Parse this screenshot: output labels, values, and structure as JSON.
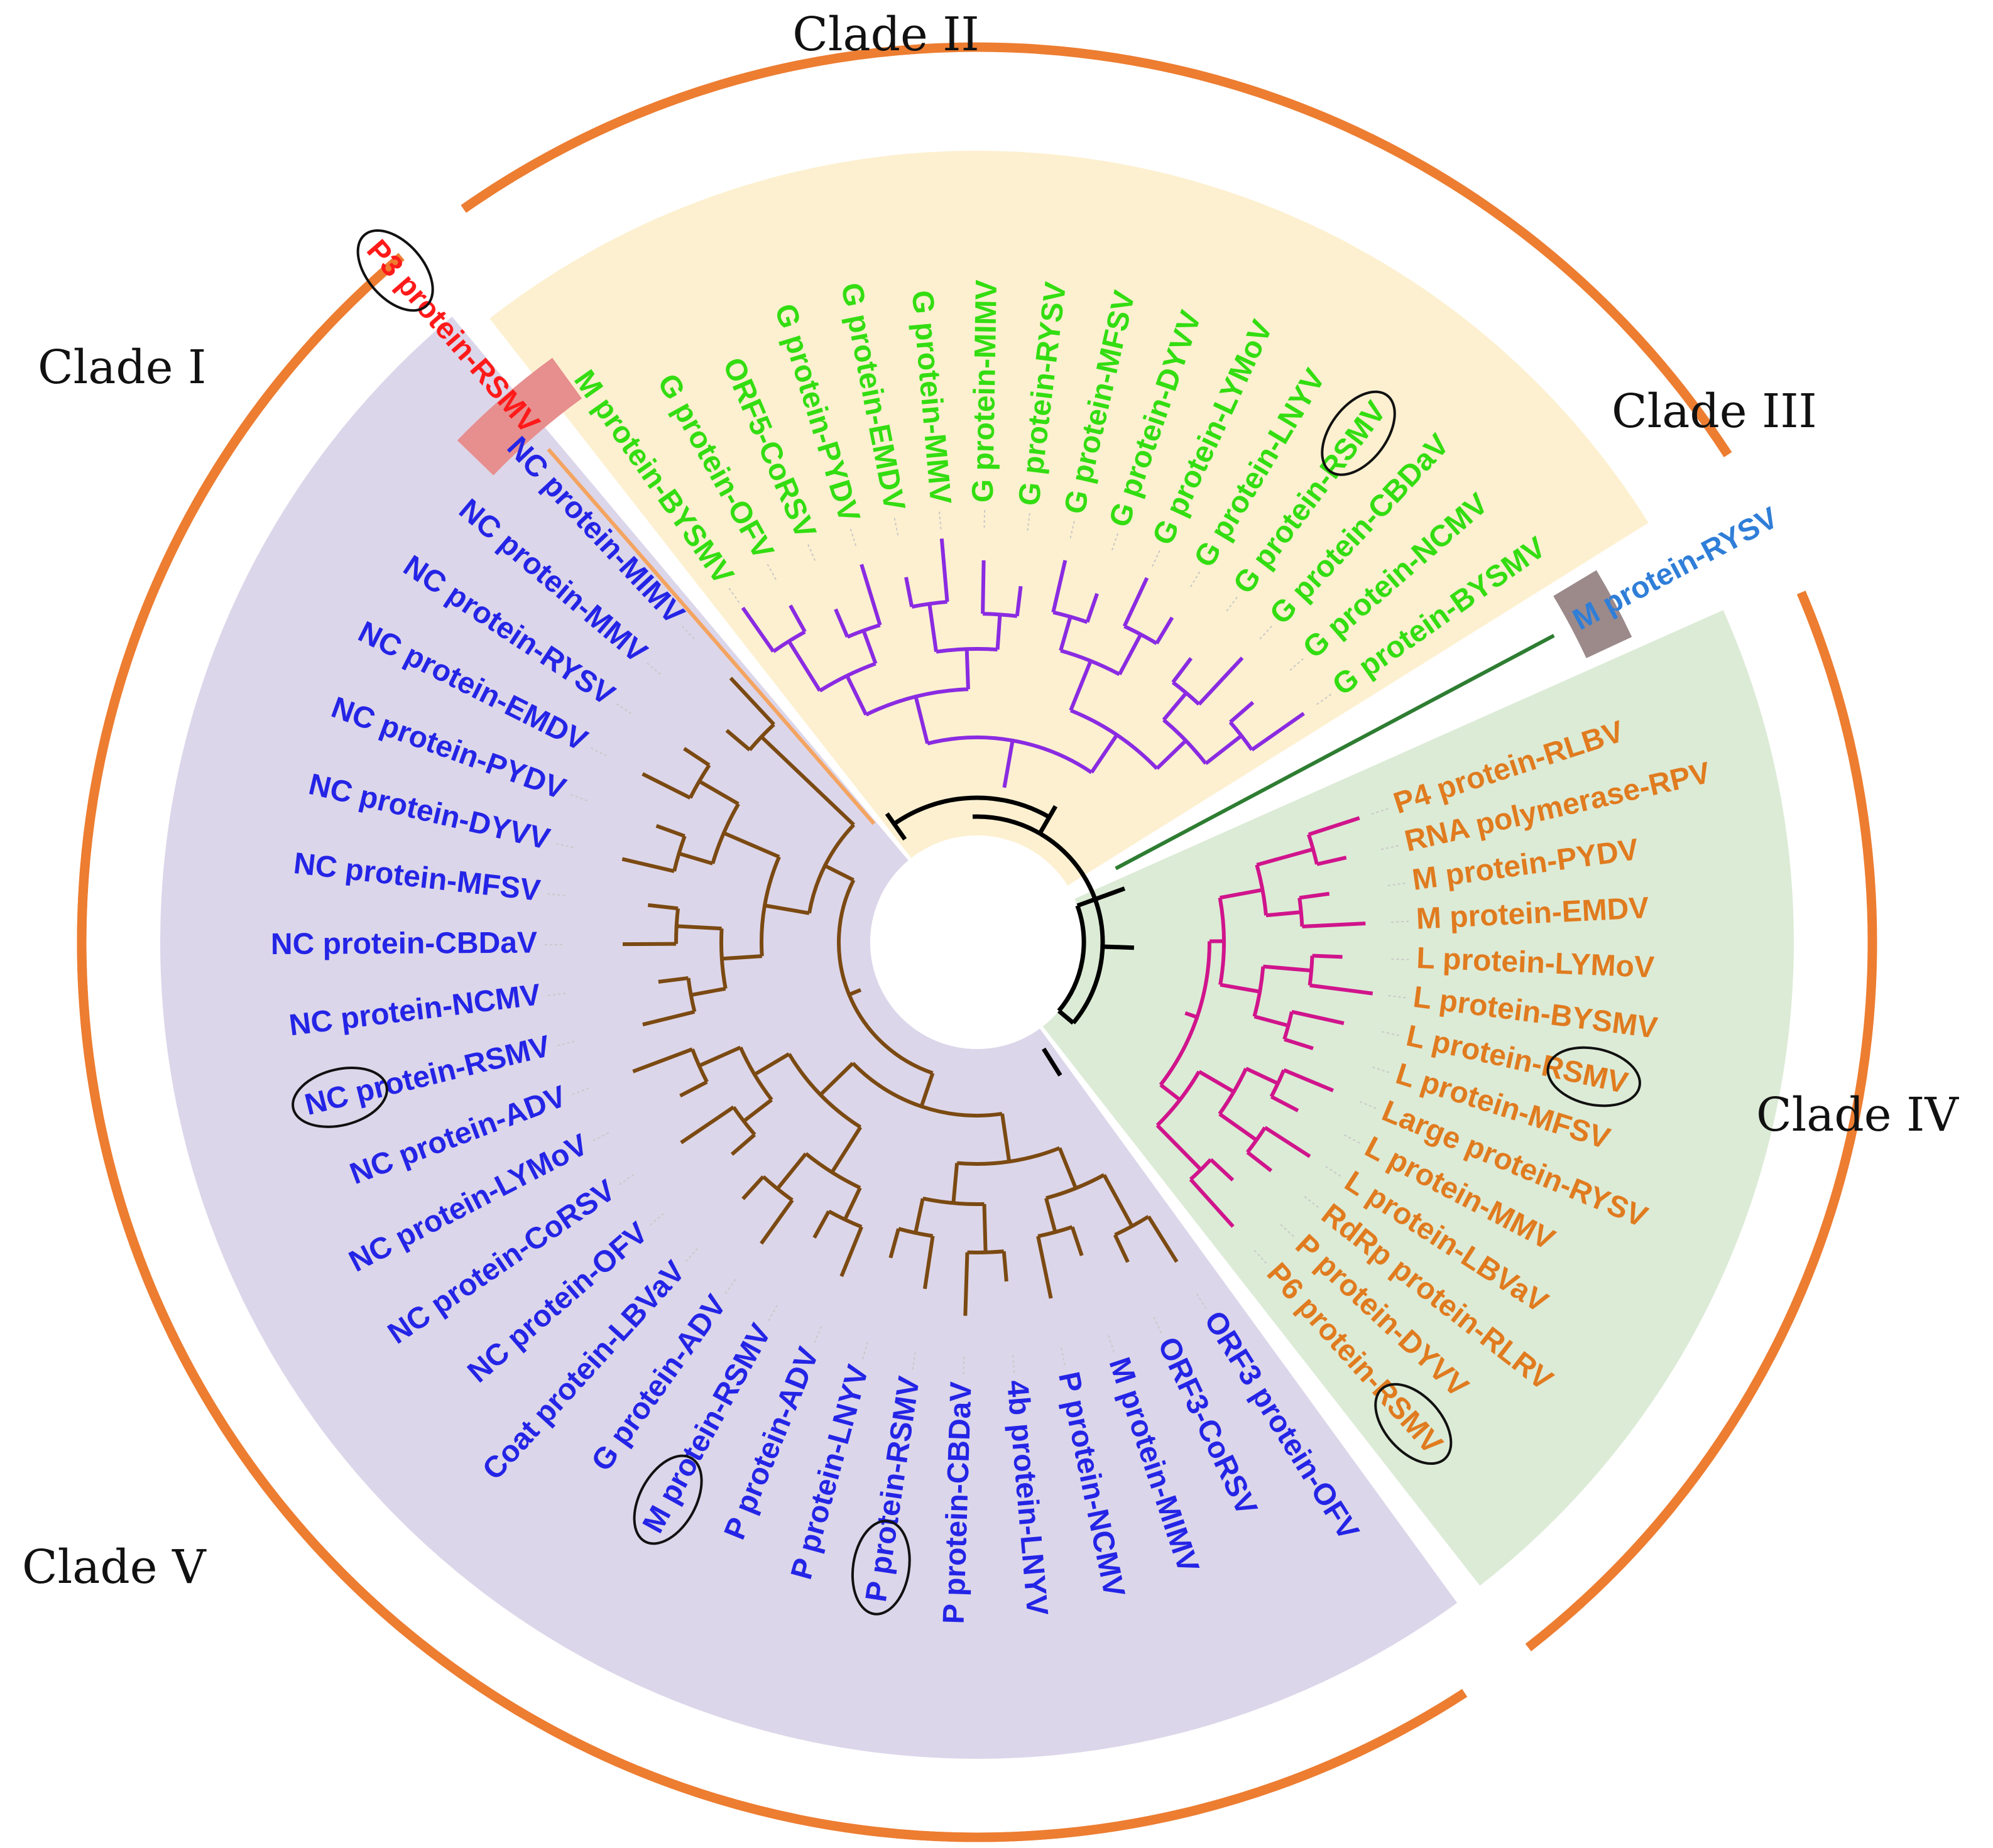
{
  "clades": [
    {
      "id": "I",
      "label": "Clade I",
      "text_color": "#ff1a1a",
      "branch_color": "#f4a460",
      "bg_color": "#e78e8e",
      "leaves": [
        "P3 protein-RSMV"
      ]
    },
    {
      "id": "II",
      "label": "Clade II",
      "text_color": "#33dd11",
      "branch_color": "#8a2be2",
      "bg_color": "#fdf0d0",
      "leaves": [
        "M protein-BYSMV",
        "G protein-OFV",
        "ORF5-CoRSV",
        "G protein-PYDV",
        "G protein-EMDV",
        "G protein-MMV",
        "G protein-MIMV",
        "G protein-RYSV",
        "G protein-MFSV",
        "G protein-DYVV",
        "G protein-LYMoV",
        "G protein-LNYV",
        "G protein-RSMV",
        "G protein-CBDaV",
        "G protein-NCMV",
        "G protein-BYSMV"
      ]
    },
    {
      "id": "III",
      "label": "Clade III",
      "text_color": "#2f7ed8",
      "branch_color": "#2e7d32",
      "bg_color": "#9c8a8a",
      "leaves": [
        "M protein-RYSV"
      ]
    },
    {
      "id": "IV",
      "label": "Clade IV",
      "text_color": "#e07b1f",
      "branch_color": "#d0148c",
      "bg_color": "#dcebd6",
      "leaves": [
        "P4 protein-RLBV",
        "RNA polymerase-RPV",
        "M protein-PYDV",
        "M protein-EMDV",
        "L protein-LYMoV",
        "L protein-BYSMV",
        "L protein-RSMV",
        "L protein-MFSV",
        "Large protein-RYSV",
        "L protein-MMV",
        "L protein-LBVaV",
        "RdRp protein-RLRV",
        "P protein-DYVV",
        "P6 protein-RSMV"
      ]
    },
    {
      "id": "V",
      "label": "Clade V",
      "text_color": "#2424e6",
      "branch_color": "#7b4a12",
      "bg_color": "#dcd6ea",
      "leaves": [
        "ORF3 protein-OFV",
        "ORF3-CoRSV",
        "M protein-MIMV",
        "P protein-NCMV",
        "4b protein-LNYV",
        "P protein-CBDaV",
        "P protein-RSMV",
        "P protein-LNYV",
        "P protein-ADV",
        "M protein-RSMV",
        "G protein-ADV",
        "Coat protein-LBVaV",
        "NC protein-OFV",
        "NC protein-CoRSV",
        "NC protein-LYMoV",
        "NC protein-ADV",
        "NC protein-RSMV",
        "NC protein-NCMV",
        "NC protein-CBDaV",
        "NC protein-MFSV",
        "NC protein-DYVV",
        "NC protein-PYDV",
        "NC protein-EMDV",
        "NC protein-RYSV",
        "NC protein-MMV",
        "NC protein-MIMV"
      ]
    }
  ],
  "highlighted_leaves": [
    "P3 protein-RSMV",
    "G protein-RSMV",
    "L protein-RSMV",
    "P6 protein-RSMV",
    "P protein-RSMV",
    "M protein-RSMV",
    "NC protein-RSMV"
  ],
  "outer_ring_color": "#ed7d31",
  "backbone_color": "#000000"
}
